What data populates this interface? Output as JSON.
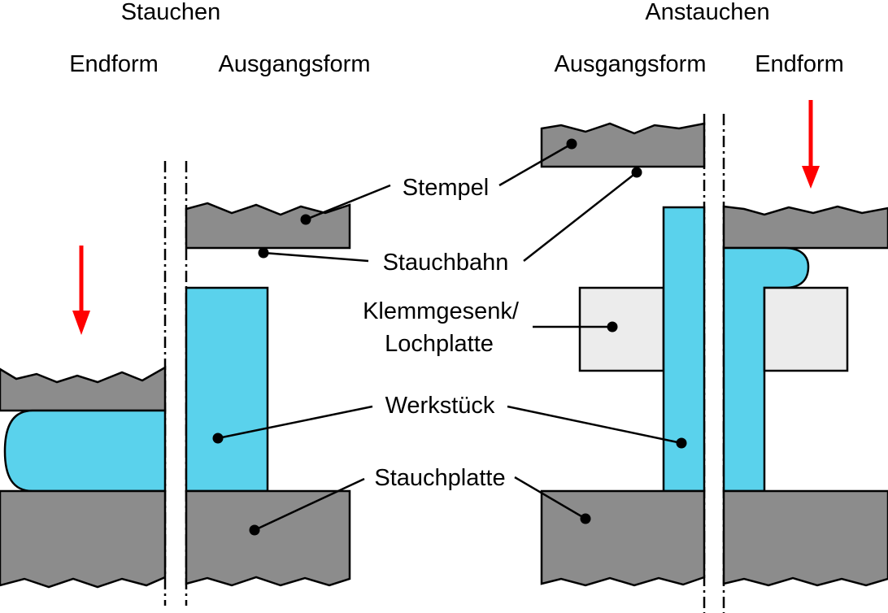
{
  "headings": {
    "left_process": "Stauchen",
    "right_process": "Anstauchen",
    "left_final": "Endform",
    "left_initial": "Ausgangsform",
    "right_initial": "Ausgangsform",
    "right_final": "Endform"
  },
  "labels": {
    "stempel": "Stempel",
    "stauchbahn": "Stauchbahn",
    "klemmgesenk_line1": "Klemmgesenk/",
    "klemmgesenk_line2": "Lochplatte",
    "werkstueck": "Werkstück",
    "stauchplatte": "Stauchplatte"
  },
  "colors": {
    "tool": "#8c8c8c",
    "workpiece": "#5ad2ec",
    "die": "#ececec",
    "arrow": "#ff0000"
  }
}
